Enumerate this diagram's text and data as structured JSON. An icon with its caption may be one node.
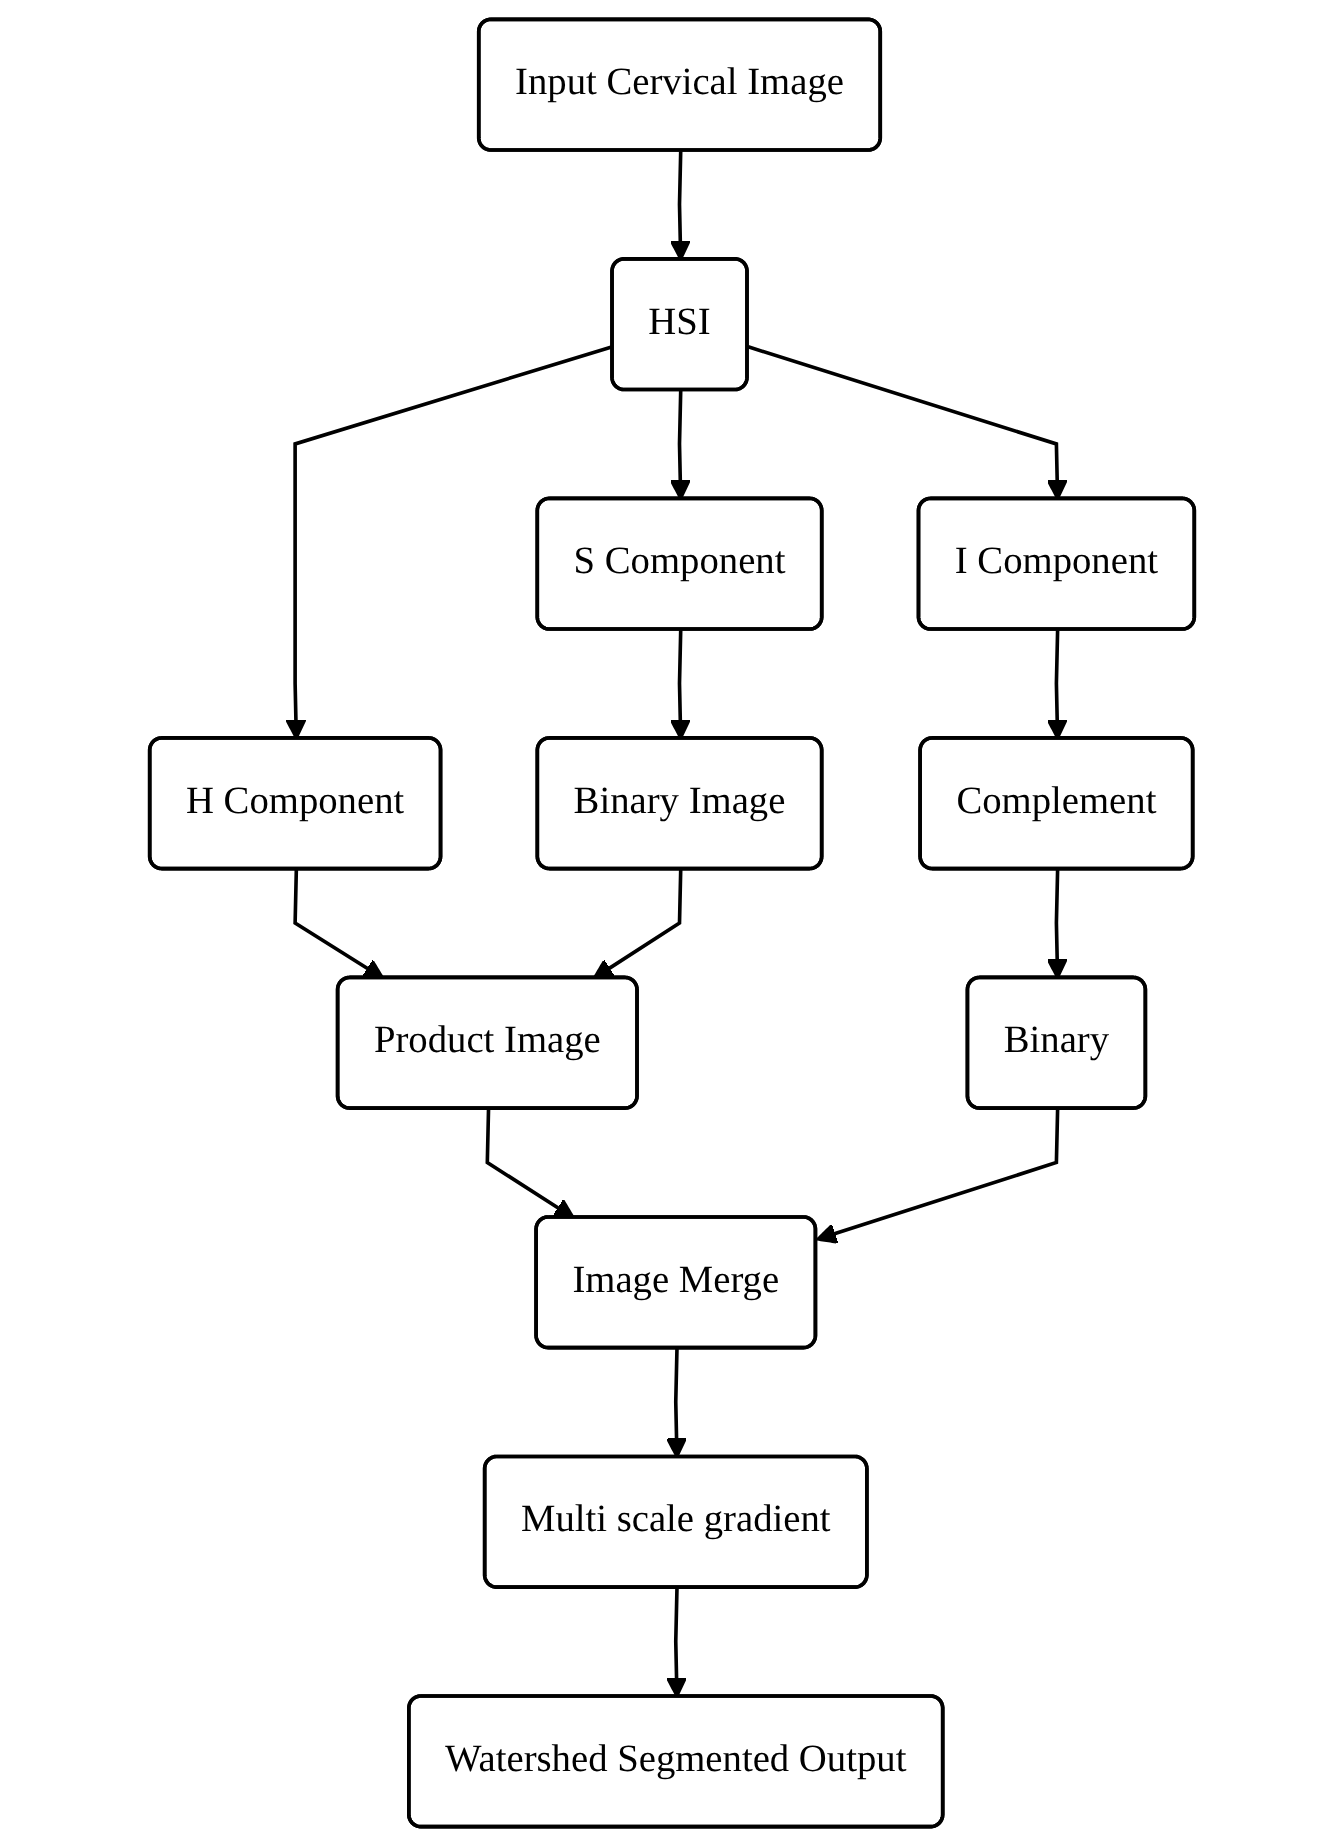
{
  "diagram": {
    "nodes": [
      {
        "text": [
          "Input Cervical Image"
        ]
      },
      {
        "text": [
          "HSI"
        ]
      },
      {
        "text": [
          "H Component"
        ]
      },
      {
        "text": [
          "S Component"
        ]
      },
      {
        "text": [
          "I Component"
        ]
      },
      {
        "text": [
          "Binary Image"
        ]
      },
      {
        "text": [
          "Complement"
        ]
      },
      {
        "text": [
          "Product Image"
        ]
      },
      {
        "text": [
          "Binary"
        ]
      },
      {
        "text": [
          "Image Merge"
        ]
      },
      {
        "text": [
          "Multi scale gradient"
        ]
      },
      {
        "text": [
          "Watershed Segmented Output"
        ]
      }
    ],
    "edges": [
      {
        "from": 0,
        "to": 1,
        "arrow": "to"
      },
      {
        "from": 1,
        "to": 2,
        "arrow": "to"
      },
      {
        "from": 1,
        "to": 3,
        "arrow": "to"
      },
      {
        "from": 1,
        "to": 4,
        "arrow": "to"
      },
      {
        "from": 3,
        "to": 5,
        "arrow": "to"
      },
      {
        "from": 4,
        "to": 6,
        "arrow": "to"
      },
      {
        "from": 2,
        "to": 7,
        "arrow": "to"
      },
      {
        "from": 5,
        "to": 7,
        "arrow": "to"
      },
      {
        "from": 6,
        "to": 8,
        "arrow": "to"
      },
      {
        "from": 7,
        "to": 9,
        "arrow": "to"
      },
      {
        "from": 8,
        "to": 9,
        "arrow": "to"
      },
      {
        "from": 9,
        "to": 10,
        "arrow": "to"
      },
      {
        "from": 10,
        "to": 11,
        "arrow": "to"
      }
    ]
  }
}
